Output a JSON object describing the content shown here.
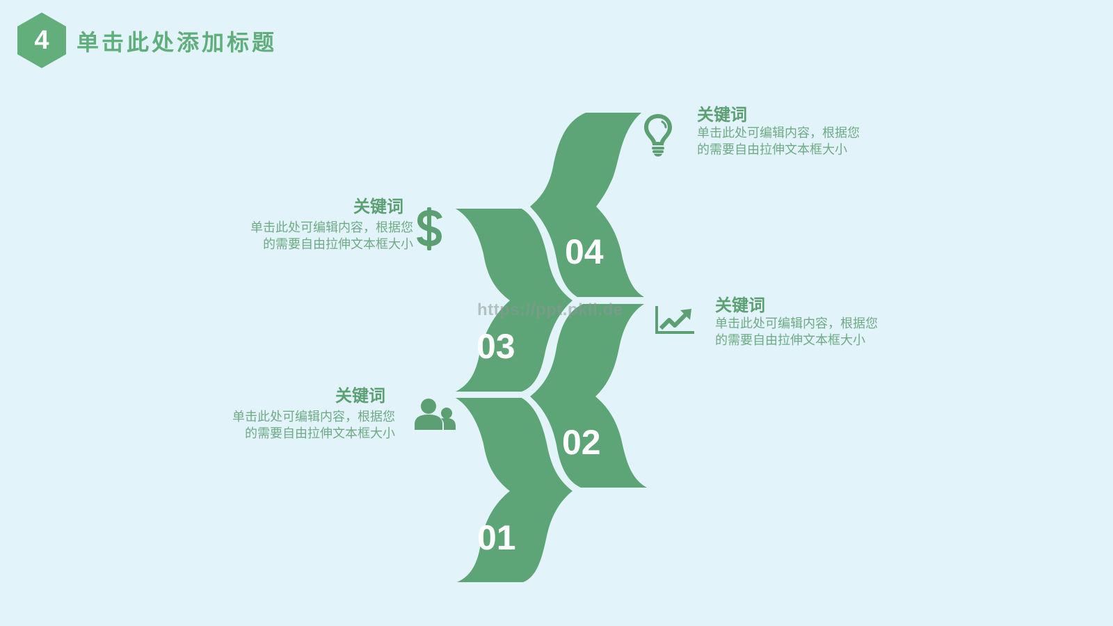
{
  "slide": {
    "background_color": "#E2F4F9",
    "accent_color": "#5DA476",
    "header": {
      "number": "4",
      "title": "单击此处添加标题"
    },
    "watermark": "https://ppt.pkll.de"
  },
  "steps": [
    {
      "number": "01",
      "icon": "users-icon",
      "keyword": "关键词",
      "desc_line1": "单击此处可编辑内容，根据您",
      "desc_line2": "的需要自由拉伸文本框大小"
    },
    {
      "number": "02",
      "icon": "chart-trend-icon",
      "keyword": "关键词",
      "desc_line1": "单击此处可编辑内容，根据您",
      "desc_line2": "的需要自由拉伸文本框大小"
    },
    {
      "number": "03",
      "icon": "dollar-icon",
      "keyword": "关键词",
      "desc_line1": "单击此处可编辑内容，根据您",
      "desc_line2": "的需要自由拉伸文本框大小"
    },
    {
      "number": "04",
      "icon": "lightbulb-icon",
      "keyword": "关键词",
      "desc_line1": "单击此处可编辑内容，根据您",
      "desc_line2": "的需要自由拉伸文本框大小"
    }
  ]
}
